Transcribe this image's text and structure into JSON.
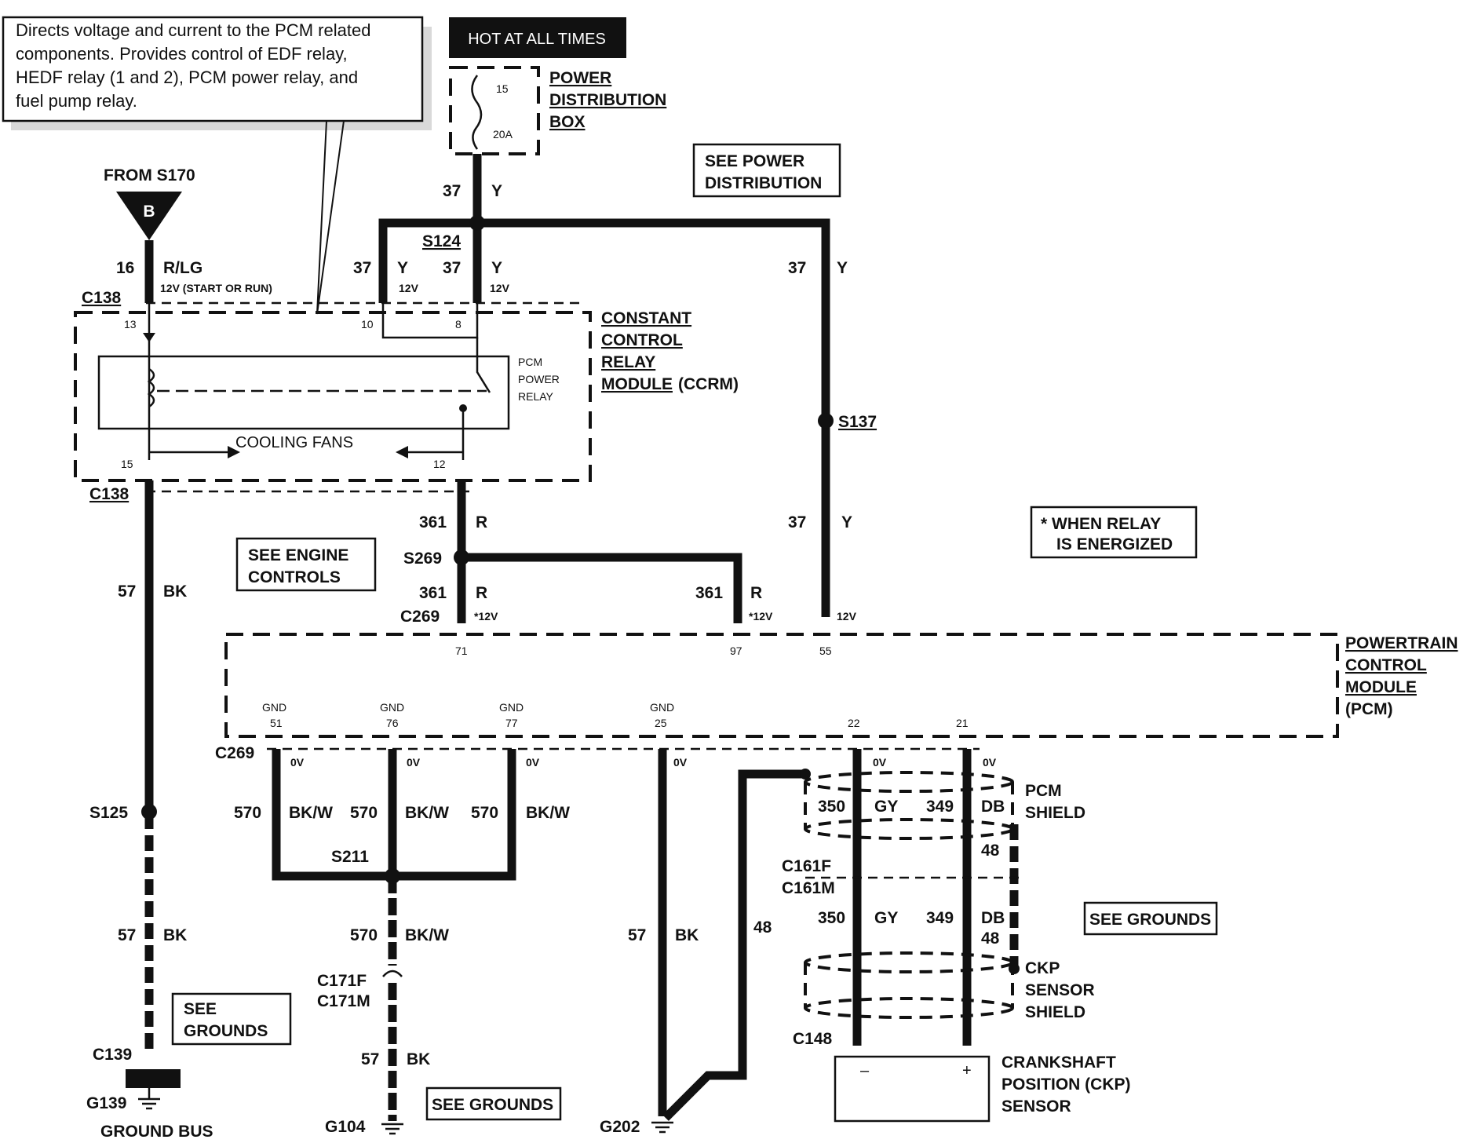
{
  "callout": {
    "lines": [
      "Directs voltage and current to the PCM related",
      "components. Provides control of EDF relay,",
      "HEDF relay (1 and 2), PCM power relay, and",
      "fuel pump relay."
    ]
  },
  "hot_at_all_times": "HOT AT ALL TIMES",
  "fuse": {
    "number": "15",
    "rating": "20A"
  },
  "power_distribution_box": [
    "POWER",
    "DISTRIBUTION",
    "BOX"
  ],
  "see_power_distribution": [
    "SEE POWER",
    "DISTRIBUTION"
  ],
  "from_s170": "FROM S170",
  "connector_b": "B",
  "ccrm": {
    "title": [
      "CONSTANT",
      "CONTROL",
      "RELAY",
      "MODULE"
    ],
    "abbr": "(CCRM)",
    "relay_label": [
      "PCM",
      "POWER",
      "RELAY"
    ],
    "cooling_fans": "COOLING FANS",
    "pins": {
      "p13": "13",
      "p10": "10",
      "p8": "8",
      "p15": "15",
      "p12": "12"
    }
  },
  "pcm": {
    "title": [
      "POWERTRAIN",
      "CONTROL",
      "MODULE",
      "(PCM)"
    ],
    "top_pins": {
      "p71": "71",
      "p97": "97",
      "p55": "55"
    },
    "gnd_label": "GND",
    "bottom_pins": {
      "p51": "51",
      "p76": "76",
      "p77": "77",
      "p25": "25",
      "p22": "22",
      "p21": "21"
    }
  },
  "wires": {
    "w37": "37",
    "y": "Y",
    "w16": "16",
    "rlg": "R/LG",
    "w361": "361",
    "r": "R",
    "w57": "57",
    "bk": "BK",
    "w570": "570",
    "bkw": "BK/W",
    "w350": "350",
    "gy": "GY",
    "w349": "349",
    "db": "DB",
    "w48": "48"
  },
  "voltages": {
    "v12_start_run": "12V (START OR RUN)",
    "v12": "12V",
    "v12_star": "*12V",
    "v0": "0V"
  },
  "splices": {
    "s124": "S124",
    "s137": "S137",
    "s269": "S269",
    "s125": "S125",
    "s211": "S211"
  },
  "connectors": {
    "c138": "C138",
    "c269": "C269",
    "c139": "C139",
    "c171f": "C171F",
    "c171m": "C171M",
    "c161f": "C161F",
    "c161m": "C161M",
    "c148": "C148"
  },
  "grounds": {
    "g139": "G139",
    "g104": "G104",
    "g202": "G202",
    "ground_bus": "GROUND BUS"
  },
  "see_engine_controls": [
    "SEE ENGINE",
    "CONTROLS"
  ],
  "see_grounds": [
    "SEE",
    "GROUNDS"
  ],
  "see_grounds_one": "SEE GROUNDS",
  "when_relay": [
    "* WHEN RELAY",
    "IS ENERGIZED"
  ],
  "pcm_shield": [
    "PCM",
    "SHIELD"
  ],
  "ckp_shield": [
    "CKP",
    "SENSOR",
    "SHIELD"
  ],
  "ckp_sensor": [
    "CRANKSHAFT",
    "POSITION (CKP)",
    "SENSOR"
  ],
  "polarity": {
    "minus": "–",
    "plus": "+"
  }
}
